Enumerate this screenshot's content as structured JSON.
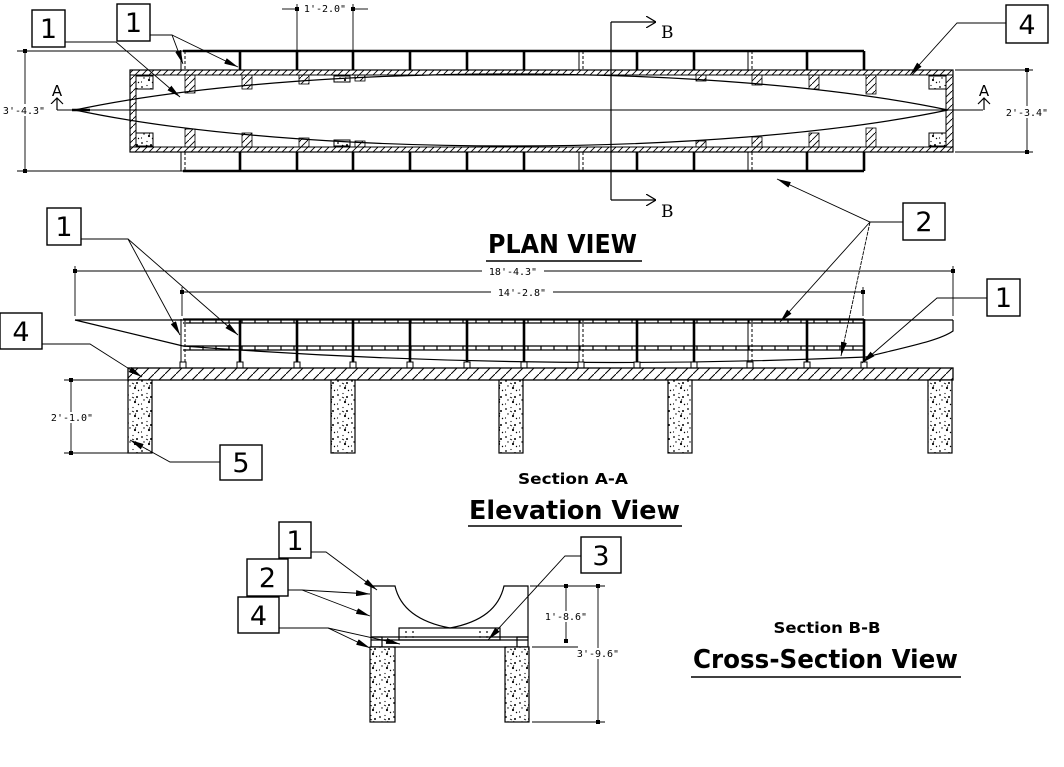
{
  "plan_view": {
    "title": "PLAN VIEW",
    "dim_overall_width": "3'-4.3\"",
    "dim_base_width": "2'-3.4\"",
    "dim_frame_spacing": "1'-2.0\"",
    "section_a_left": "A",
    "section_a_right": "A",
    "section_b_top": "B",
    "section_b_bottom": "B",
    "callouts": {
      "outer_left": "1",
      "inner_left": "1",
      "top_right": "4",
      "shared_right": "2"
    }
  },
  "elevation_view": {
    "section_label": "Section A-A",
    "title": "Elevation View",
    "dim_overall_length": "18'-4.3\"",
    "dim_frame_length": "14'-2.8\"",
    "dim_pile_height": "2'-1.0\"",
    "callouts": {
      "frame_left": "1",
      "deck_left": "4",
      "pile": "5",
      "frame_right": "1"
    }
  },
  "cross_section_view": {
    "section_label": "Section B-B",
    "title": "Cross-Section View",
    "dim_frame_height": "1'-8.6\"",
    "dim_total_height": "3'-9.6\"",
    "callouts": {
      "frame": "1",
      "rails": "2",
      "base": "4",
      "cradle_bar": "3"
    }
  },
  "legend_icons": {
    "hatch": "steel-section-hatch",
    "stipple": "concrete-pile-stipple",
    "arrow": "leader-arrowhead"
  }
}
